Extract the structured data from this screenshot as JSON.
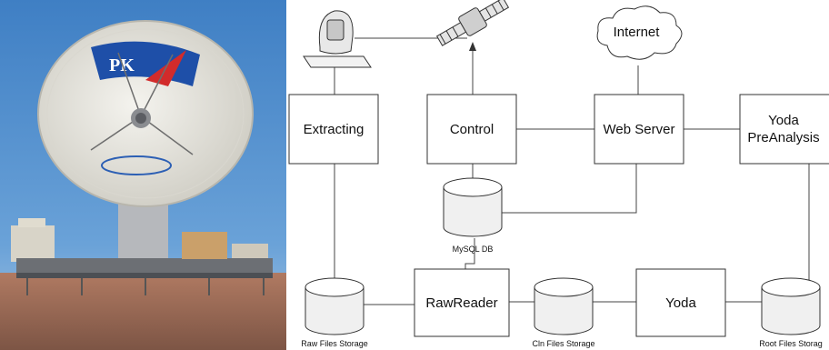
{
  "photo": {
    "dish_logo_text": "PK",
    "colors": {
      "sky": "#4f8fd0",
      "dish": "#e6e4dc",
      "logo": "#1e4fa8",
      "ground": "#9a6a55"
    }
  },
  "diagram": {
    "boxes": {
      "extracting": "Extracting",
      "control": "Control",
      "web_server": "Web Server",
      "yoda_pre_line1": "Yoda",
      "yoda_pre_line2": "PreAnalysis",
      "rawreader": "RawReader",
      "yoda": "Yoda"
    },
    "cloud": {
      "internet": "Internet"
    },
    "databases": {
      "mysql": "MySQL DB",
      "raw_storage": "Raw Files Storage",
      "cln_storage": "Cln Files Storage",
      "root_storage": "Root Files Storag"
    },
    "icons": [
      "computer-terminal-icon",
      "satellite-icon",
      "internet-cloud-icon",
      "database-cylinder-icon"
    ]
  }
}
